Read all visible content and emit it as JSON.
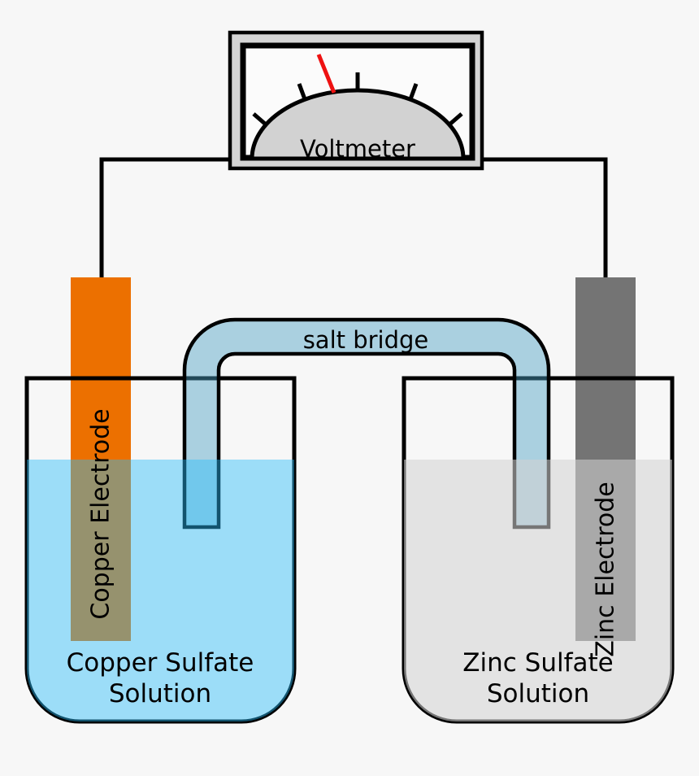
{
  "voltmeter": {
    "label": "Voltmeter"
  },
  "salt_bridge": {
    "label": "salt bridge"
  },
  "left_half_cell": {
    "electrode_label": "Copper Electrode",
    "solution_label_line1": "Copper Sulfate",
    "solution_label_line2": "Solution"
  },
  "right_half_cell": {
    "electrode_label": "Zinc Electrode",
    "solution_label_line1": "Zinc Sulfate",
    "solution_label_line2": "Solution"
  },
  "colors": {
    "background": "#f7f7f7",
    "outline": "#000000",
    "copper_electrode": "#ec7000",
    "zinc_electrode": "#747474",
    "copper_sulfate_solution": "rgba(40,190,250,0.44)",
    "zinc_sulfate_solution": "rgba(211,211,211,0.56)",
    "salt_bridge_fill": "rgba(75,160,195,0.45)",
    "voltmeter_body": "#d4d4d4",
    "voltmeter_face": "#fbfbfb",
    "voltmeter_dial": "#d2d2d2",
    "voltmeter_needle": "#ee1111"
  }
}
